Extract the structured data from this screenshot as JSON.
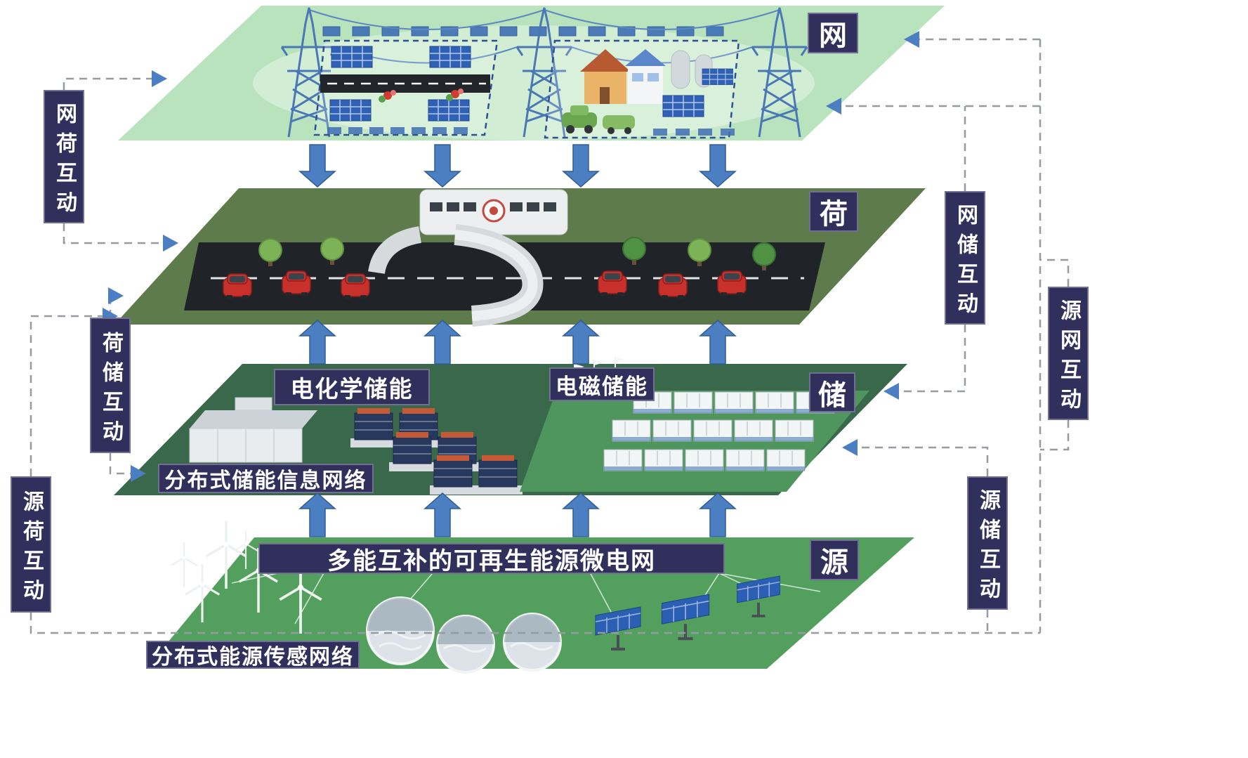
{
  "layers": {
    "grid": {
      "tag": "网"
    },
    "load": {
      "tag": "荷"
    },
    "storage": {
      "tag": "储",
      "electrochemical_label": "电化学储能",
      "electromagnetic_label": "电磁储能",
      "info_network_label": "分布式储能信息网络"
    },
    "source": {
      "tag": "源",
      "microgrid_label": "多能互补的可再生能源微电网",
      "sensing_network_label": "分布式能源传感网络"
    }
  },
  "interactions": {
    "grid_load": "网荷互动",
    "load_storage": "荷储互动",
    "source_load": "源荷互动",
    "grid_storage": "网储互动",
    "source_grid": "源网互动",
    "source_storage": "源储互动"
  },
  "colors": {
    "label_navy": "#312f5c",
    "arrow_blue": "#4c7ec2",
    "grid_layer_green": "#b9e3bc",
    "load_layer_green": "#5d7b4b",
    "storage_layer_green": "#39684b",
    "source_layer_green": "#53a05e",
    "dashed_line_gray": "#959ba1"
  },
  "icons": [
    "transmission-tower-icon",
    "power-line-icon",
    "solar-array-icon",
    "house-icon",
    "green-car-icon",
    "red-car-icon",
    "tree-icon",
    "road-icon",
    "overpass-icon",
    "battery-rack-icon",
    "storage-container-icon",
    "wind-turbine-icon",
    "hydro-inset-icon",
    "flow-arrow-icon",
    "dashed-connector-icon",
    "flag-icon"
  ]
}
